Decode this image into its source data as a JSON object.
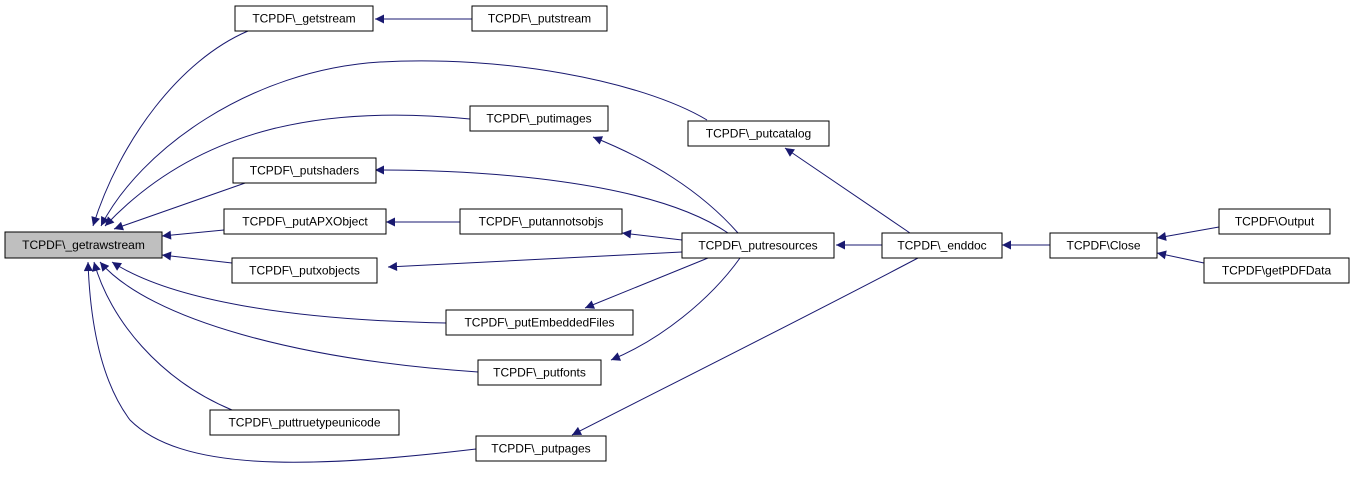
{
  "nodes": {
    "getrawstream": "TCPDF\\_getrawstream",
    "getstream": "TCPDF\\_getstream",
    "putstream": "TCPDF\\_putstream",
    "putcatalog": "TCPDF\\_putcatalog",
    "putimages": "TCPDF\\_putimages",
    "putshaders": "TCPDF\\_putshaders",
    "putAPXObject": "TCPDF\\_putAPXObject",
    "putannotsobjs": "TCPDF\\_putannotsobjs",
    "putresources": "TCPDF\\_putresources",
    "enddoc": "TCPDF\\_enddoc",
    "Close": "TCPDF\\Close",
    "Output": "TCPDF\\Output",
    "getPDFData": "TCPDF\\getPDFData",
    "putxobjects": "TCPDF\\_putxobjects",
    "putEmbeddedFiles": "TCPDF\\_putEmbeddedFiles",
    "putfonts": "TCPDF\\_putfonts",
    "puttruetypeunicode": "TCPDF\\_puttruetypeunicode",
    "putpages": "TCPDF\\_putpages"
  },
  "focus_node": "getrawstream",
  "colors": {
    "edge": "#191970",
    "focus_fill": "#bfbfbf",
    "node_fill": "#ffffff",
    "border": "#000000"
  },
  "edges": [
    [
      "getstream",
      "getrawstream"
    ],
    [
      "putstream",
      "getstream"
    ],
    [
      "putcatalog",
      "getrawstream"
    ],
    [
      "putimages",
      "getrawstream"
    ],
    [
      "putshaders",
      "getrawstream"
    ],
    [
      "putAPXObject",
      "getrawstream"
    ],
    [
      "putxobjects",
      "getrawstream"
    ],
    [
      "putEmbeddedFiles",
      "getrawstream"
    ],
    [
      "putfonts",
      "getrawstream"
    ],
    [
      "puttruetypeunicode",
      "getrawstream"
    ],
    [
      "putpages",
      "getrawstream"
    ],
    [
      "putannotsobjs",
      "putAPXObject"
    ],
    [
      "putresources",
      "putimages"
    ],
    [
      "putresources",
      "putshaders"
    ],
    [
      "putresources",
      "putannotsobjs"
    ],
    [
      "putresources",
      "putxobjects"
    ],
    [
      "putresources",
      "putEmbeddedFiles"
    ],
    [
      "putresources",
      "putfonts"
    ],
    [
      "enddoc",
      "putcatalog"
    ],
    [
      "enddoc",
      "putresources"
    ],
    [
      "enddoc",
      "putpages"
    ],
    [
      "Close",
      "enddoc"
    ],
    [
      "Output",
      "Close"
    ],
    [
      "getPDFData",
      "Close"
    ]
  ]
}
